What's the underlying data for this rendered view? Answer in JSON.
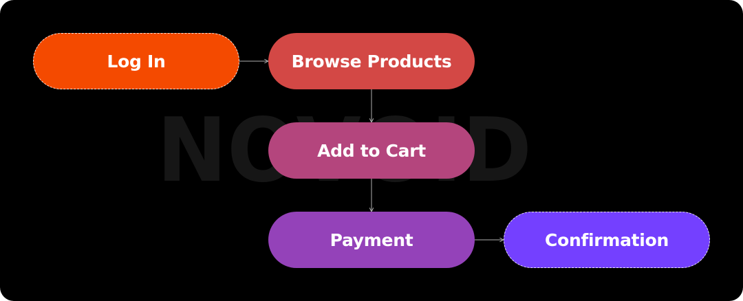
{
  "nodes": {
    "login": {
      "label": "Log In",
      "color": "#F44A00"
    },
    "browse": {
      "label": "Browse Products",
      "color": "#D34845"
    },
    "cart": {
      "label": "Add to Cart",
      "color": "#B4457D"
    },
    "payment": {
      "label": "Payment",
      "color": "#9442B9"
    },
    "confirm": {
      "label": "Confirmation",
      "color": "#7440FF"
    }
  },
  "edges": [
    {
      "from": "Log In",
      "to": "Browse Products"
    },
    {
      "from": "Browse Products",
      "to": "Add to Cart"
    },
    {
      "from": "Add to Cart",
      "to": "Payment"
    },
    {
      "from": "Payment",
      "to": "Confirmation"
    }
  ],
  "watermark": {
    "text": "NOVOID",
    "color": "#161616"
  },
  "colors": {
    "background": "#000000",
    "connector": "#B0B0B0"
  }
}
